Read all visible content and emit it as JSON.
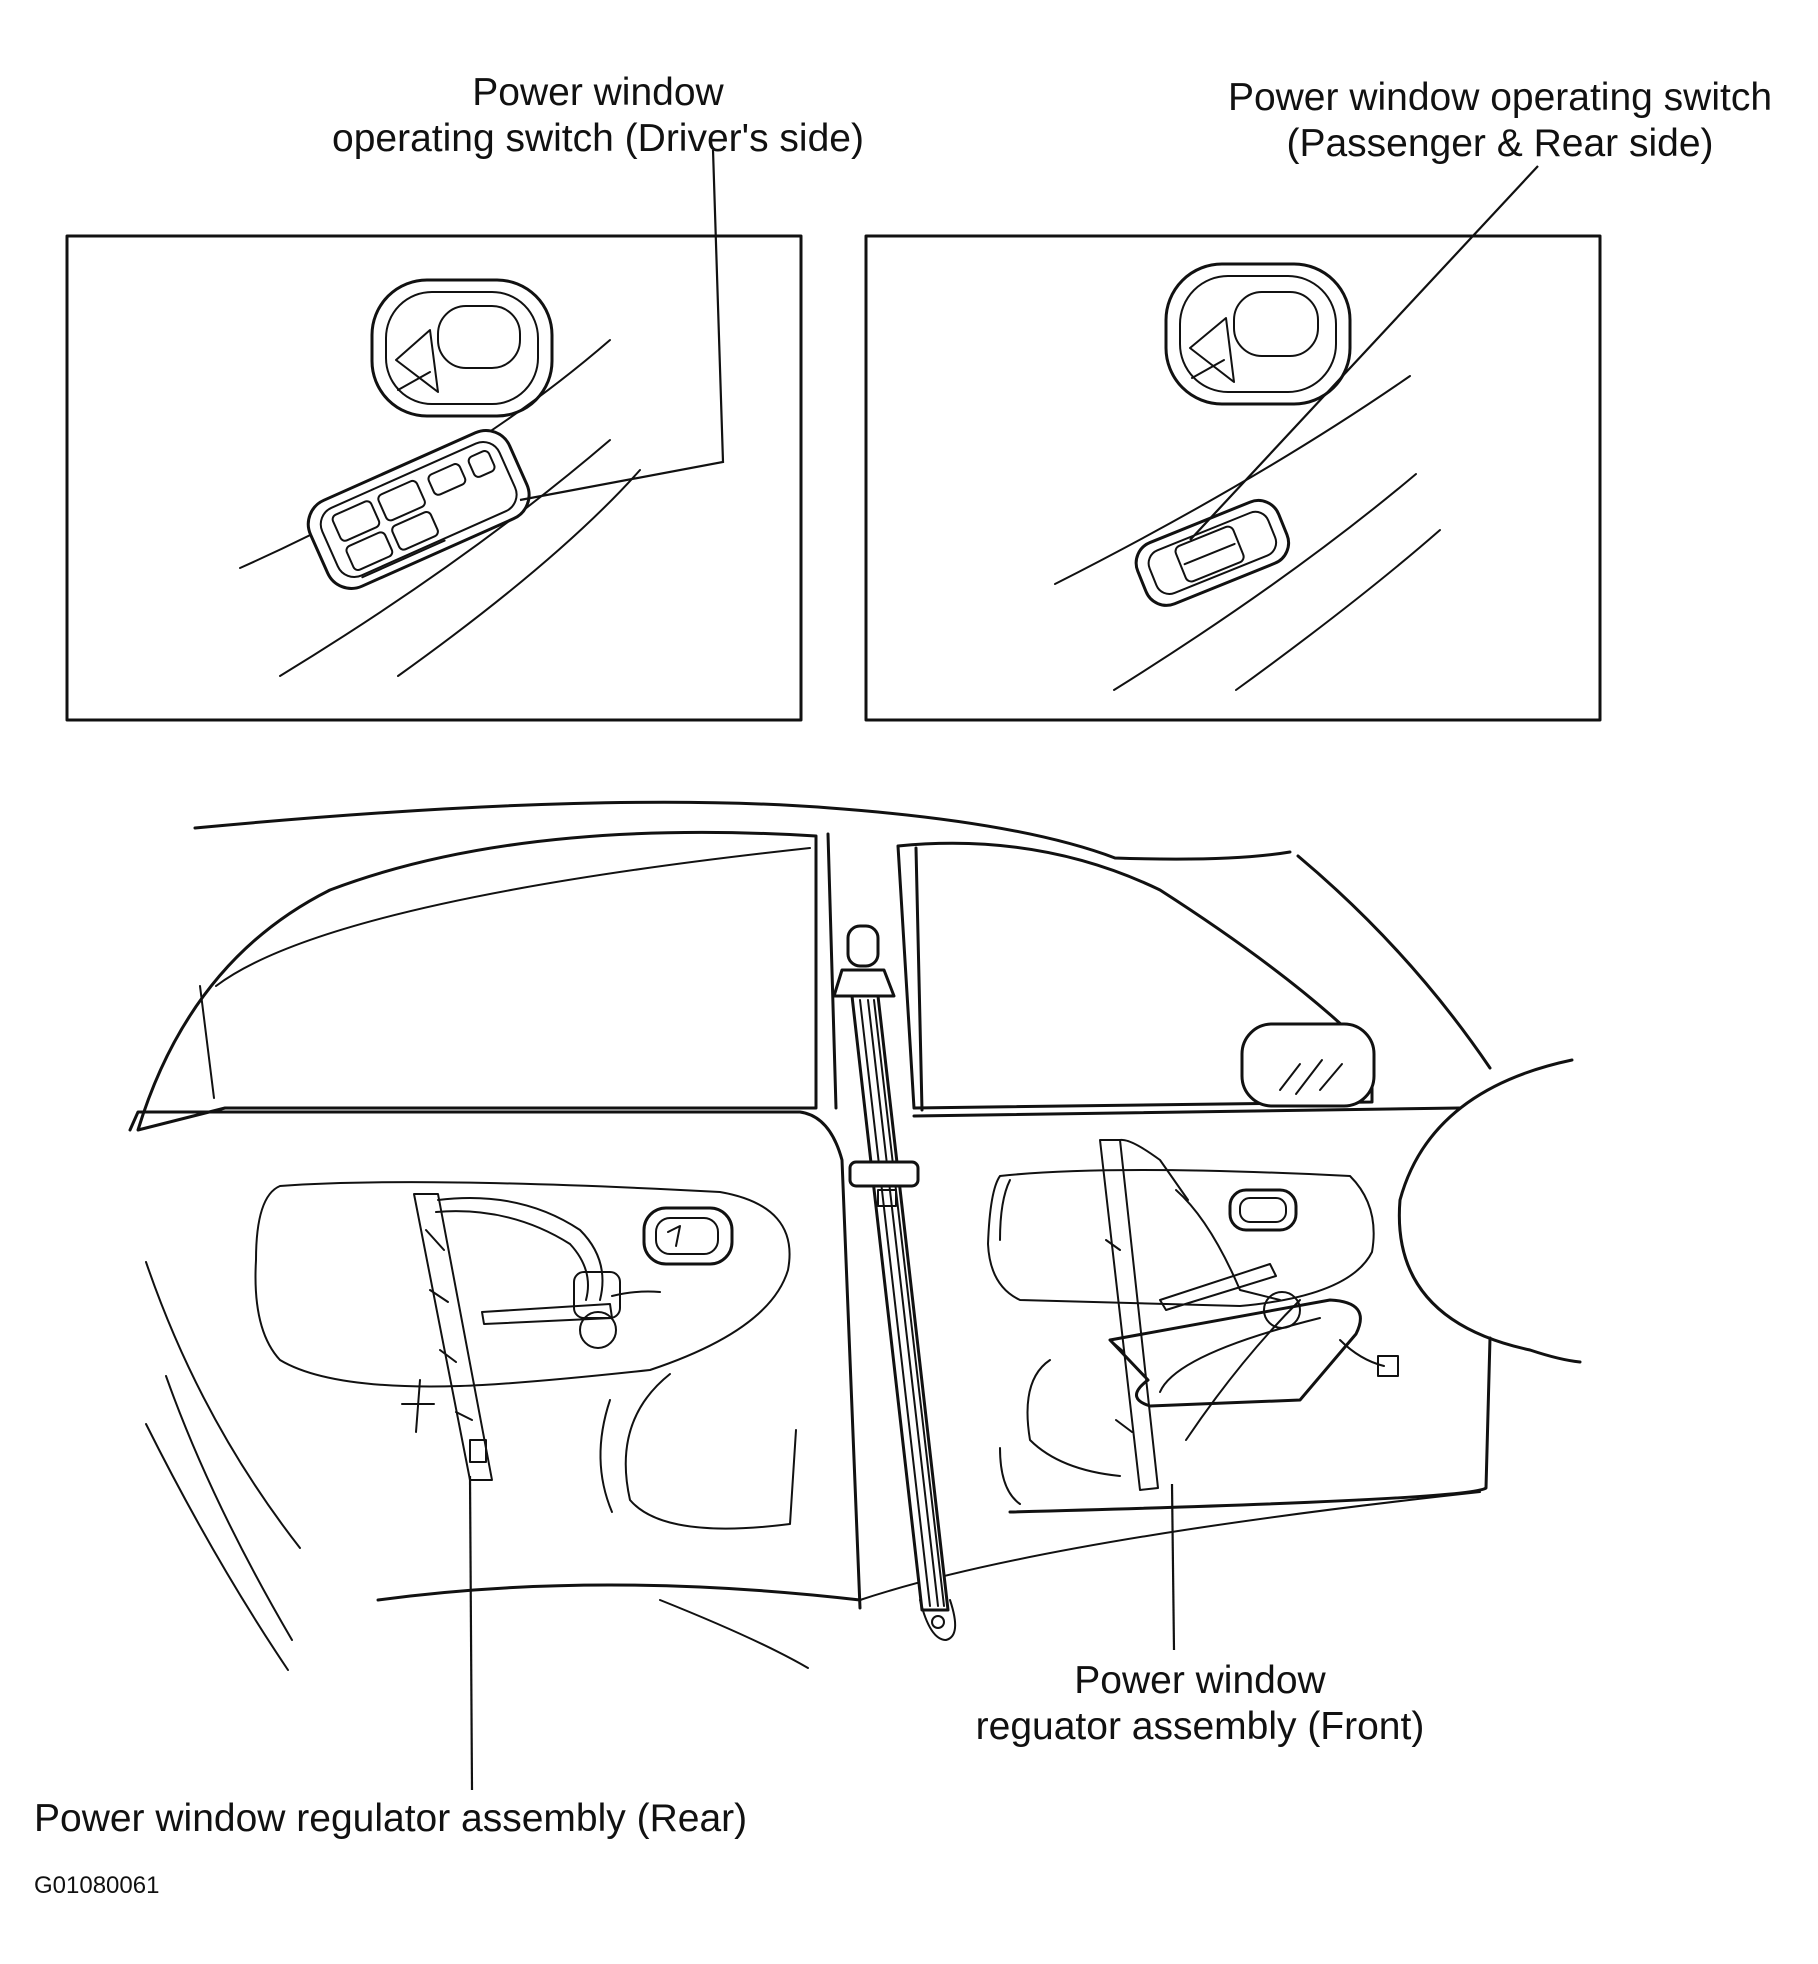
{
  "labels": {
    "switch_driver": [
      "Power window",
      "operating switch (Driver's side)"
    ],
    "switch_passenger": [
      "Power window operating switch",
      "(Passenger & Rear side)"
    ],
    "regulator_front": [
      "Power window",
      "reguator assembly (Front)"
    ],
    "regulator_rear": "Power window regulator assembly (Rear)",
    "figure_code": "G01080061"
  }
}
